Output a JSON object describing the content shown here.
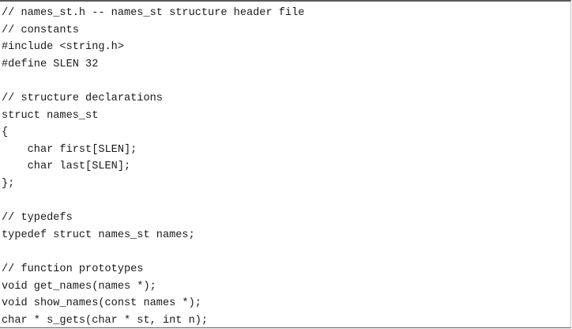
{
  "listing": {
    "lines": [
      "// names_st.h -- names_st structure header file",
      "// constants",
      "#include <string.h>",
      "#define SLEN 32",
      "",
      "// structure declarations",
      "struct names_st",
      "{",
      "    char first[SLEN];",
      "    char last[SLEN];",
      "};",
      "",
      "// typedefs",
      "typedef struct names_st names;",
      "",
      "// function prototypes",
      "void get_names(names *);",
      "void show_names(const names *);",
      "char * s_gets(char * st, int n);"
    ]
  }
}
